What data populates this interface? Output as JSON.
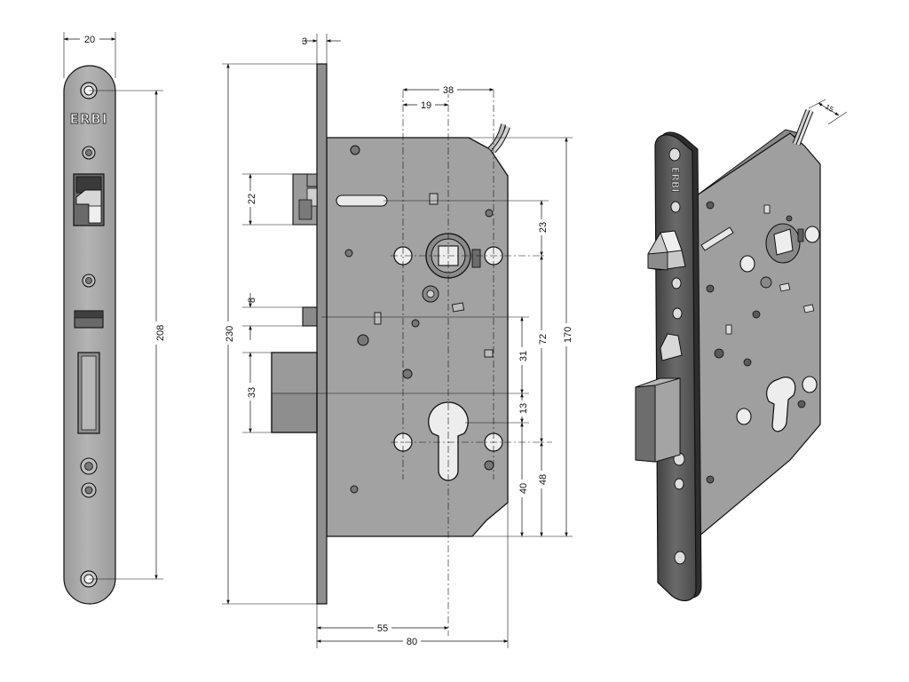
{
  "brand": "ERBI",
  "colors": {
    "plate_fill": "#a6a6a6",
    "body_fill": "#a0a0a0",
    "iso_side_fill": "#5d5d5d",
    "iso_top_fill": "#8c8c8c",
    "line": "#111111"
  },
  "dimensions": {
    "faceplate_width": "20",
    "faceplate_hole_spacing": "208",
    "faceplate_thickness": "3",
    "total_height": "230",
    "latch_height": "22",
    "small_bolt_height": "8",
    "deadbolt_height": "33",
    "spindle_hole_spacing": "38",
    "spindle_offset": "19",
    "case_height": "170",
    "spindle_to_top": "23",
    "spindle_to_cylinder": "72",
    "spindle_to_bolt": "31",
    "bolt_to_cylinder": "13",
    "cylinder_to_bottom_40": "40",
    "cylinder_to_bottom_48": "48",
    "backset": "55",
    "case_depth": "80",
    "cable_length": "15"
  }
}
